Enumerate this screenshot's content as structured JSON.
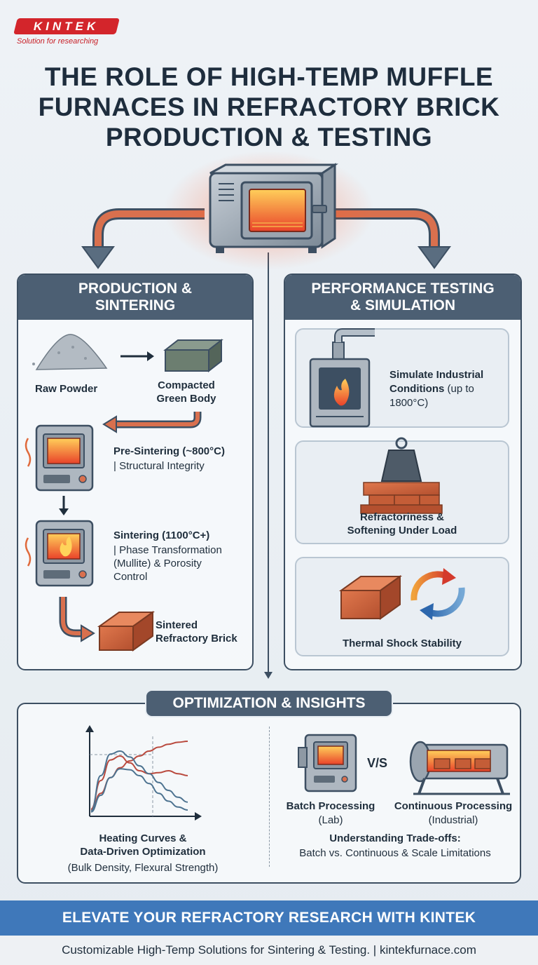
{
  "logo": {
    "brand": "KINTEK",
    "tagline": "Solution for researching"
  },
  "title": "THE ROLE OF HIGH-TEMP MUFFLE\nFURNACES IN REFRACTORY BRICK\nPRODUCTION & TESTING",
  "production": {
    "heading": "PRODUCTION &\nSINTERING",
    "raw_powder": "Raw Powder",
    "green_body": "Compacted\nGreen Body",
    "pre_sintering_title": "Pre-Sintering (~800°C)",
    "pre_sintering_detail": "| Structural Integrity",
    "sintering_title": "Sintering (1100°C+)",
    "sintering_detail": "| Phase Transformation\n(Mullite) & Porosity\nControl",
    "sintered_brick": "Sintered\nRefractory Brick"
  },
  "testing": {
    "heading": "PERFORMANCE TESTING\n& SIMULATION",
    "simulate_bold": "Simulate Industrial\nConditions",
    "simulate_rest": " (up to\n1800°C)",
    "refractoriness": "Refractoriness &\nSoftening Under Load",
    "thermal_shock": "Thermal Shock Stability"
  },
  "optimization": {
    "heading": "OPTIMIZATION & INSIGHTS",
    "chart_title": "Heating Curves &\nData-Driven Optimization",
    "chart_sub": "(Bulk Density, Flexural Strength)",
    "vs": "V/S",
    "batch": "Batch Processing",
    "batch_sub": "(Lab)",
    "continuous": "Continuous Processing",
    "continuous_sub": "(Industrial)",
    "tradeoff_title": "Understanding Trade-offs:",
    "tradeoff_sub": "Batch vs. Continuous & Scale Limitations"
  },
  "chart_data": {
    "type": "line",
    "x": [
      0,
      1,
      2,
      3,
      4,
      5,
      6,
      7,
      8,
      9,
      10
    ],
    "series": [
      {
        "color": "#b94a3e",
        "values": [
          0.5,
          2.2,
          3.8,
          4.8,
          5.5,
          6.0,
          6.5,
          6.9,
          7.2,
          7.4,
          7.5
        ]
      },
      {
        "color": "#b94a3e",
        "values": [
          0.6,
          3.5,
          5.6,
          6.0,
          5.3,
          4.5,
          4.2,
          4.3,
          4.5,
          4.2,
          4.0
        ]
      },
      {
        "color": "#4d7390",
        "values": [
          0.4,
          4.0,
          6.2,
          6.5,
          5.9,
          5.0,
          4.2,
          3.3,
          2.5,
          1.8,
          1.3
        ]
      },
      {
        "color": "#4d7390",
        "values": [
          0.3,
          2.0,
          3.8,
          4.7,
          4.6,
          4.0,
          3.2,
          2.2,
          1.4,
          0.8,
          0.5
        ]
      }
    ],
    "ylim": [
      0,
      8
    ],
    "grid": false
  },
  "banner": "ELEVATE YOUR REFRACTORY RESEARCH WITH KINTEK",
  "footer": "Customizable High-Temp Solutions for Sintering & Testing.  |  kintekfurnace.com",
  "colors": {
    "accent_red": "#d3252b",
    "panel_dark": "#4c5f73",
    "banner_blue": "#3f78ba",
    "arrow_orange": "#d9704e"
  }
}
